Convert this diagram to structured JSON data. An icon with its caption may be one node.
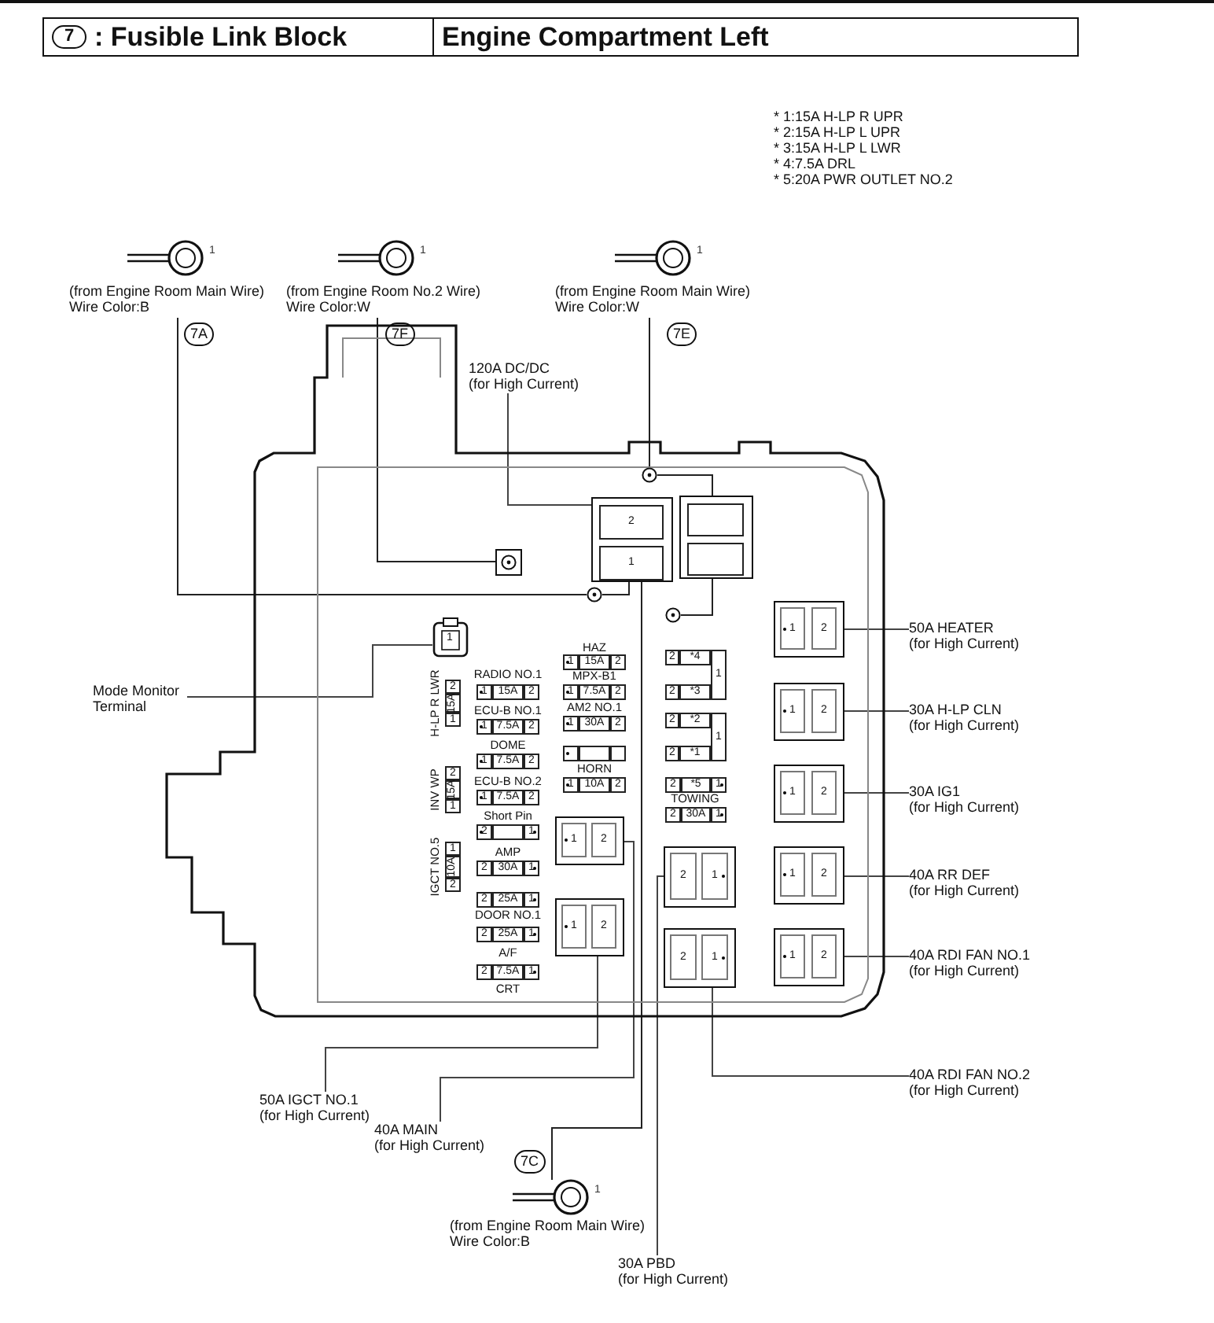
{
  "diagram": {
    "nodes": [
      {
        "text": [
          "1",
          "(from Engine Room Main Wire)",
          "Wire Color:B"
        ],
        "beside": [
          "7A"
        ]
      },
      {
        "text": [
          "1",
          "(from Engine Room No.2 Wire)",
          "Wire Color:W"
        ],
        "beside": [
          "7F"
        ]
      },
      {
        "text": [
          "1",
          "(from Engine Room Main Wire)",
          "Wire Color:W"
        ],
        "beside": [
          "7E"
        ]
      },
      {
        "text": [],
        "shape": "box"
      },
      {
        "text": [
          "120A DC/DC",
          "(for High Current)"
        ]
      },
      {
        "text": [
          "Mode Monitor",
          "Terminal"
        ]
      },
      {
        "text": [
          "1"
        ],
        "in": 3
      },
      {
        "text": [
          "2",
          "1"
        ],
        "in": 3
      },
      {
        "text": [],
        "shape": "box",
        "in": 3
      },
      {
        "text": [],
        "shape": "circle",
        "in": 3
      },
      {
        "text": [],
        "shape": "box",
        "in": 3
      },
      {
        "text": [],
        "shape": "circle",
        "in": 3
      },
      {
        "text": [],
        "shape": "circle",
        "in": 3
      },
      {
        "text": [
          "2",
          "15A",
          "1"
        ],
        "in": 3
      },
      {
        "text": [
          "2",
          "15A",
          "1"
        ],
        "in": 3
      },
      {
        "text": [
          "1",
          "10A",
          "2"
        ],
        "in": 3
      },
      {
        "text": [
          "1",
          "15A",
          "2"
        ],
        "in": 3
      },
      {
        "text": [
          "1",
          "7.5A",
          "2"
        ],
        "in": 3
      },
      {
        "text": [
          "1",
          "7.5A",
          "2"
        ],
        "in": 3
      },
      {
        "text": [
          "1",
          "7.5A",
          "2"
        ],
        "in": 3
      },
      {
        "text": [
          "2",
          "1"
        ],
        "in": 3
      },
      {
        "text": [
          "2",
          "30A",
          "1"
        ],
        "in": 3
      },
      {
        "text": [
          "2",
          "25A",
          "1"
        ],
        "in": 3
      },
      {
        "text": [
          "2",
          "25A",
          "1"
        ],
        "in": 3
      },
      {
        "text": [
          "2",
          "7.5A",
          "1"
        ],
        "in": 3
      },
      {
        "text": [
          "1",
          "15A",
          "2"
        ],
        "in": 3
      },
      {
        "text": [
          "1",
          "7.5A",
          "2"
        ],
        "in": 3
      },
      {
        "text": [
          "1",
          "30A",
          "2"
        ],
        "in": 3
      },
      {
        "text": [],
        "shape": "box",
        "in": 3
      },
      {
        "text": [
          "1",
          "10A",
          "2"
        ],
        "in": 3
      },
      {
        "text": [
          "2",
          "*4",
          "2",
          "*3",
          "1"
        ],
        "in": 3
      },
      {
        "text": [
          "2",
          "*2",
          "2",
          "*1",
          "1"
        ],
        "in": 3
      },
      {
        "text": [
          "2",
          "*5",
          "1"
        ],
        "in": 3
      },
      {
        "text": [
          "2",
          "30A",
          "1"
        ],
        "in": 3
      },
      {
        "text": [
          "1",
          "2"
        ],
        "in": 3
      },
      {
        "text": [
          "1",
          "2"
        ],
        "in": 3
      },
      {
        "text": [
          "2",
          "1"
        ],
        "in": 3
      },
      {
        "text": [
          "2",
          "1"
        ],
        "in": 3
      },
      {
        "text": [
          "1",
          "2"
        ],
        "in": 3
      },
      {
        "text": [
          "1",
          "2"
        ],
        "in": 3
      },
      {
        "text": [
          "1",
          "2"
        ],
        "in": 3
      },
      {
        "text": [
          "1",
          "2"
        ],
        "in": 3
      },
      {
        "text": [
          "1",
          "2"
        ],
        "in": 3
      },
      {
        "text": [
          "50A HEATER",
          "(for High Current)"
        ]
      },
      {
        "text": [
          "30A H-LP CLN",
          "(for High Current)"
        ]
      },
      {
        "text": [
          "30A IG1",
          "(for High Current)"
        ]
      },
      {
        "text": [
          "40A RR DEF",
          "(for High Current)"
        ]
      },
      {
        "text": [
          "40A RDI FAN NO.1",
          "(for High Current)"
        ]
      },
      {
        "text": [
          "40A RDI FAN NO.2",
          "(for High Current)"
        ]
      },
      {
        "text": [
          "50A IGCT NO.1",
          "(for High Current)"
        ]
      },
      {
        "text": [
          "40A MAIN",
          "(for High Current)"
        ]
      },
      {
        "text": [
          "1",
          "(from Engine Room Main Wire)",
          "Wire Color:B"
        ],
        "beside": [
          "7C"
        ]
      },
      {
        "text": [
          "30A PBD",
          "(for High Current)"
        ]
      }
    ],
    "edges": [
      {
        "from": 0,
        "to": 11,
        "arrow": "none"
      },
      {
        "from": 1,
        "to": 10,
        "arrow": "none"
      },
      {
        "from": 2,
        "to": 9,
        "arrow": "none"
      },
      {
        "from": 9,
        "to": 8,
        "arrow": "none"
      },
      {
        "from": 12,
        "to": 8,
        "arrow": "none"
      },
      {
        "from": 11,
        "to": 7,
        "arrow": "none"
      },
      {
        "from": 4,
        "to": 7,
        "arrow": "none"
      },
      {
        "from": 5,
        "to": 6,
        "arrow": "none"
      },
      {
        "from": 43,
        "to": 38,
        "arrow": "none"
      },
      {
        "from": 44,
        "to": 39,
        "arrow": "none"
      },
      {
        "from": 45,
        "to": 40,
        "arrow": "none"
      },
      {
        "from": 46,
        "to": 41,
        "arrow": "none"
      },
      {
        "from": 47,
        "to": 42,
        "arrow": "none"
      },
      {
        "from": 48,
        "to": 37,
        "arrow": "none"
      },
      {
        "from": 49,
        "to": 35,
        "arrow": "none"
      },
      {
        "from": 50,
        "to": 34,
        "arrow": "none"
      },
      {
        "from": 51,
        "to": 7,
        "arrow": "none"
      },
      {
        "from": 52,
        "to": 36,
        "arrow": "none"
      }
    ],
    "labels": [
      "7",
      ": Fusible Link Block",
      "Engine Compartment Left",
      "* 1:15A H-LP R UPR",
      "* 2:15A H-LP L UPR",
      "* 3:15A H-LP L LWR",
      "* 4:7.5A DRL",
      "* 5:20A PWR OUTLET NO.2",
      "HAZ",
      "RADIO NO.1",
      "MPX-B1",
      "H-LP R LWR",
      "AM2 NO.1",
      "ECU-B NO.1",
      "DOME",
      "INV WP",
      "HORN",
      "ECU-B NO.2",
      "TOWING",
      "Short Pin",
      "IGCT NO.5",
      "AMP",
      "DOOR NO.1",
      "A/F",
      "CRT"
    ]
  }
}
